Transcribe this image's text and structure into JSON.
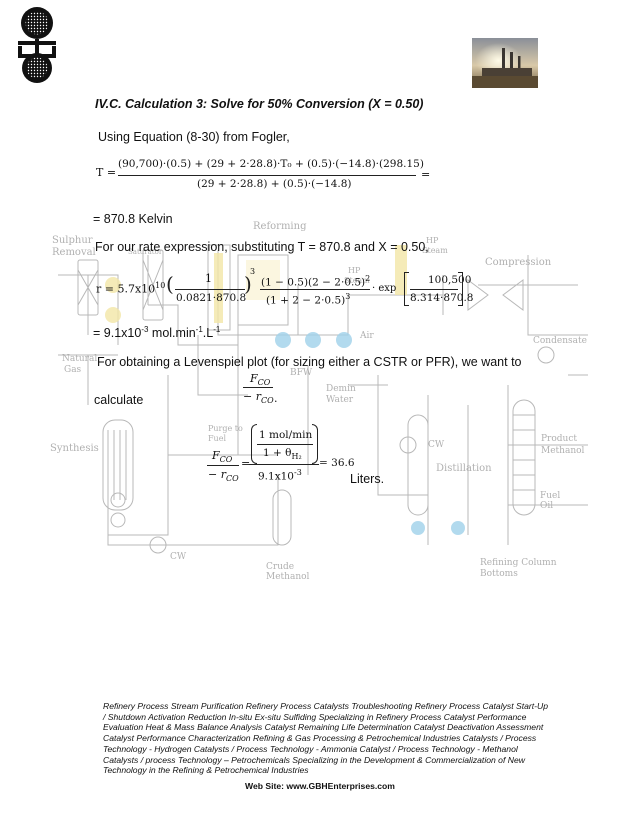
{
  "heading": "IV.C. Calculation 3: Solve for 50% Conversion (X = 0.50)",
  "intro": "Using Equation (8-30) from Fogler,",
  "eq_T": {
    "lhs": "T =",
    "numerator": "(90,700)·(0.5) + (29 + 2·28.8)·T₀ + (0.5)·(−14.8)·(298.15)",
    "denominator": "(29 + 2·28.8) + (0.5)·(−14.8)",
    "tail": "="
  },
  "result_T": "= 870.8 Kelvin",
  "rate_text": "For our rate expression, substituting T = 870.8 and X = 0.50,",
  "eq_r": {
    "lhs": "r = 5.7x10",
    "exp": "10",
    "f1_num": "1",
    "f1_den": "0.0821·870.8",
    "pow3": "3",
    "f2_num": "(1 − 0.5)(2 − 2·0.5)",
    "pow2": "2",
    "f2_den": "(1 + 2 − 2·0.5)",
    "pow3b": "3",
    "exp_word": "· exp",
    "f3_num": "100,500",
    "f3_den": "8.314·870.8"
  },
  "rate_result": {
    "prefix": "= 9.1x10",
    "exp": "-3",
    "unit1": " mol.min",
    "exp2": "-1",
    "unit2": ".L",
    "exp3": "-1"
  },
  "levenspiel_text": "For obtaining a Levenspiel plot (for sizing either a CSTR or PFR), we want to",
  "calculate_label": "calculate",
  "ratio": {
    "num": "F",
    "num_sub": "CO",
    "den": "− r",
    "den_sub": "CO",
    "tail": "."
  },
  "eq_final": {
    "lhs_num": "F",
    "lhs_num_sub": "CO",
    "lhs_den": "− r",
    "lhs_den_sub": "CO",
    "inner_num": "1 mol/min",
    "inner_den": "1 + θ",
    "inner_den_sub": "H₂",
    "outer_den": "9.1x10",
    "outer_den_exp": "-3",
    "result": "= 36.6"
  },
  "liters": "Liters.",
  "diagram_labels": {
    "sulphur": "Sulphur",
    "removal": "Removal",
    "reforming": "Reforming",
    "saturator": "Saturator",
    "hp_steam_top": "HP",
    "hp_steam_top2": "Steam",
    "hp_steam": "HP",
    "steam": "Steam",
    "compression": "Compression",
    "natural": "Natural",
    "gas": "Gas",
    "air": "Air",
    "bfw": "BFW",
    "demin": "Demin",
    "water": "Water",
    "condensate": "Condensate",
    "purge": "Purge to",
    "fuel": "Fuel",
    "synthesis": "Synthesis",
    "cw1": "CW",
    "cw2": "CW",
    "distillation": "Distillation",
    "product": "Product",
    "methanol": "Methanol",
    "fuel_oil1": "Fuel",
    "fuel_oil2": "Oil",
    "crude": "Crude",
    "crude_methanol": "Methanol",
    "refining": "Refining Column",
    "bottoms": "Bottoms"
  },
  "footer": "Refinery Process Stream Purification Refinery Process Catalysts Troubleshooting Refinery Process Catalyst Start-Up / Shutdown  Activation   Reduction  In-situ  Ex-situ Sulfiding Specializing in Refinery Process Catalyst Performance Evaluation Heat & Mass Balance Analysis  Catalyst Remaining Life Determination  Catalyst Deactivation Assessment Catalyst Performance Characterization  Refining  & Gas Processing &  Petrochemical Industries  Catalysts / Process Technology - Hydrogen  Catalysts / Process Technology - Ammonia  Catalyst / Process Technology - Methanol Catalysts / process Technology – Petrochemicals  Specializing in the Development  & Commercialization of New Technology in the Refining &   Petrochemical Industries",
  "website": "Web Site: www.GBHEnterprises.com",
  "colors": {
    "diagram": "#b8b8b8",
    "yellow": "#f3e6a6",
    "blue": "#9fd1ea"
  }
}
